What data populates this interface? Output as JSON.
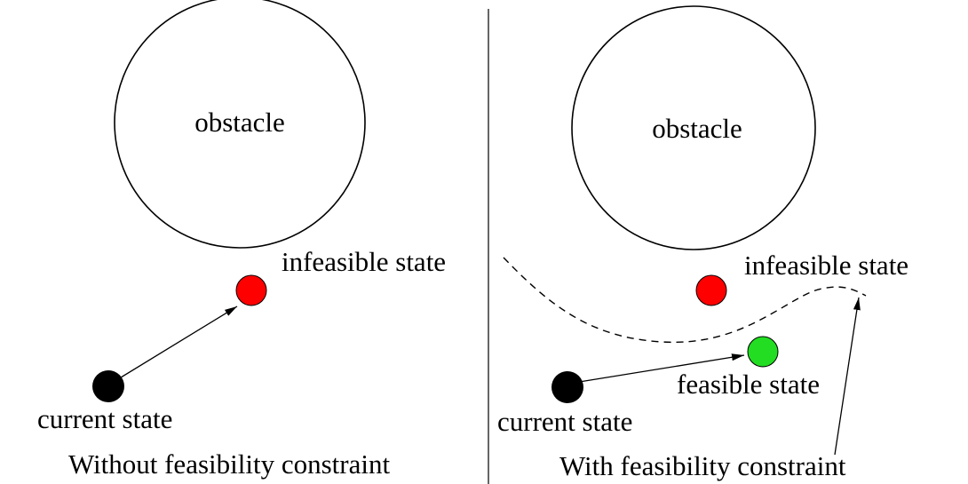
{
  "left_panel": {
    "obstacle_label": "obstacle",
    "infeasible_label": "infeasible state",
    "current_label": "current state",
    "caption": "Without feasibility constraint"
  },
  "right_panel": {
    "obstacle_label": "obstacle",
    "infeasible_label": "infeasible state",
    "feasible_label": "feasible state",
    "current_label": "current state",
    "caption": "With feasibility constraint"
  },
  "colors": {
    "current_state": "#000000",
    "infeasible_state": "#ff0000",
    "feasible_state": "#22dd22",
    "line": "#000000"
  }
}
